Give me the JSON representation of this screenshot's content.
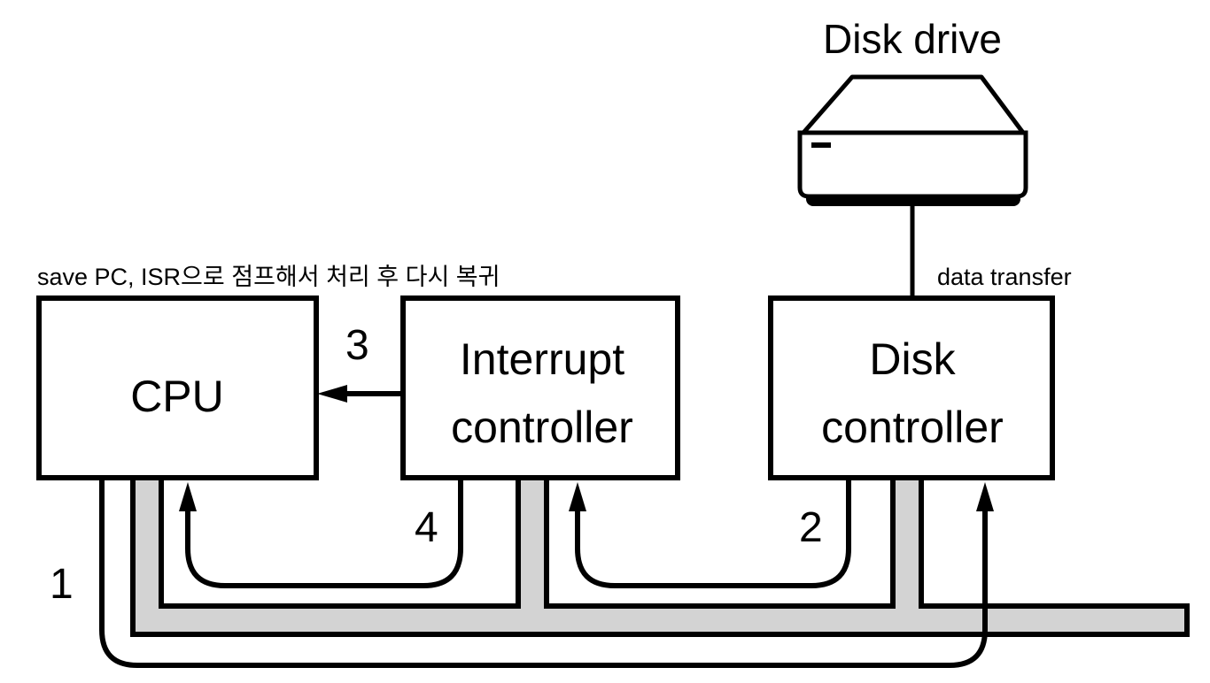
{
  "title": "Disk drive",
  "annotations": {
    "cpu_note": "save PC, ISR으로 점프해서 처리 후 다시 복귀",
    "data_transfer": "data transfer"
  },
  "components": {
    "cpu": "CPU",
    "interrupt_controller": [
      "Interrupt",
      "controller"
    ],
    "disk_controller": [
      "Disk",
      "controller"
    ]
  },
  "steps": [
    "1",
    "2",
    "3",
    "4"
  ],
  "colors": {
    "bus_fill": "#d3d3d3",
    "stroke": "#000000"
  }
}
